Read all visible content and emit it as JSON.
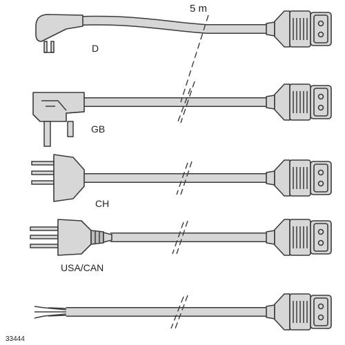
{
  "length_label": "5 m",
  "figure_number": "33444",
  "cables": [
    {
      "id": "d",
      "label": "D"
    },
    {
      "id": "gb",
      "label": "GB"
    },
    {
      "id": "ch",
      "label": "CH"
    },
    {
      "id": "usa",
      "label": "USA/CAN"
    },
    {
      "id": "bare",
      "label": ""
    }
  ]
}
